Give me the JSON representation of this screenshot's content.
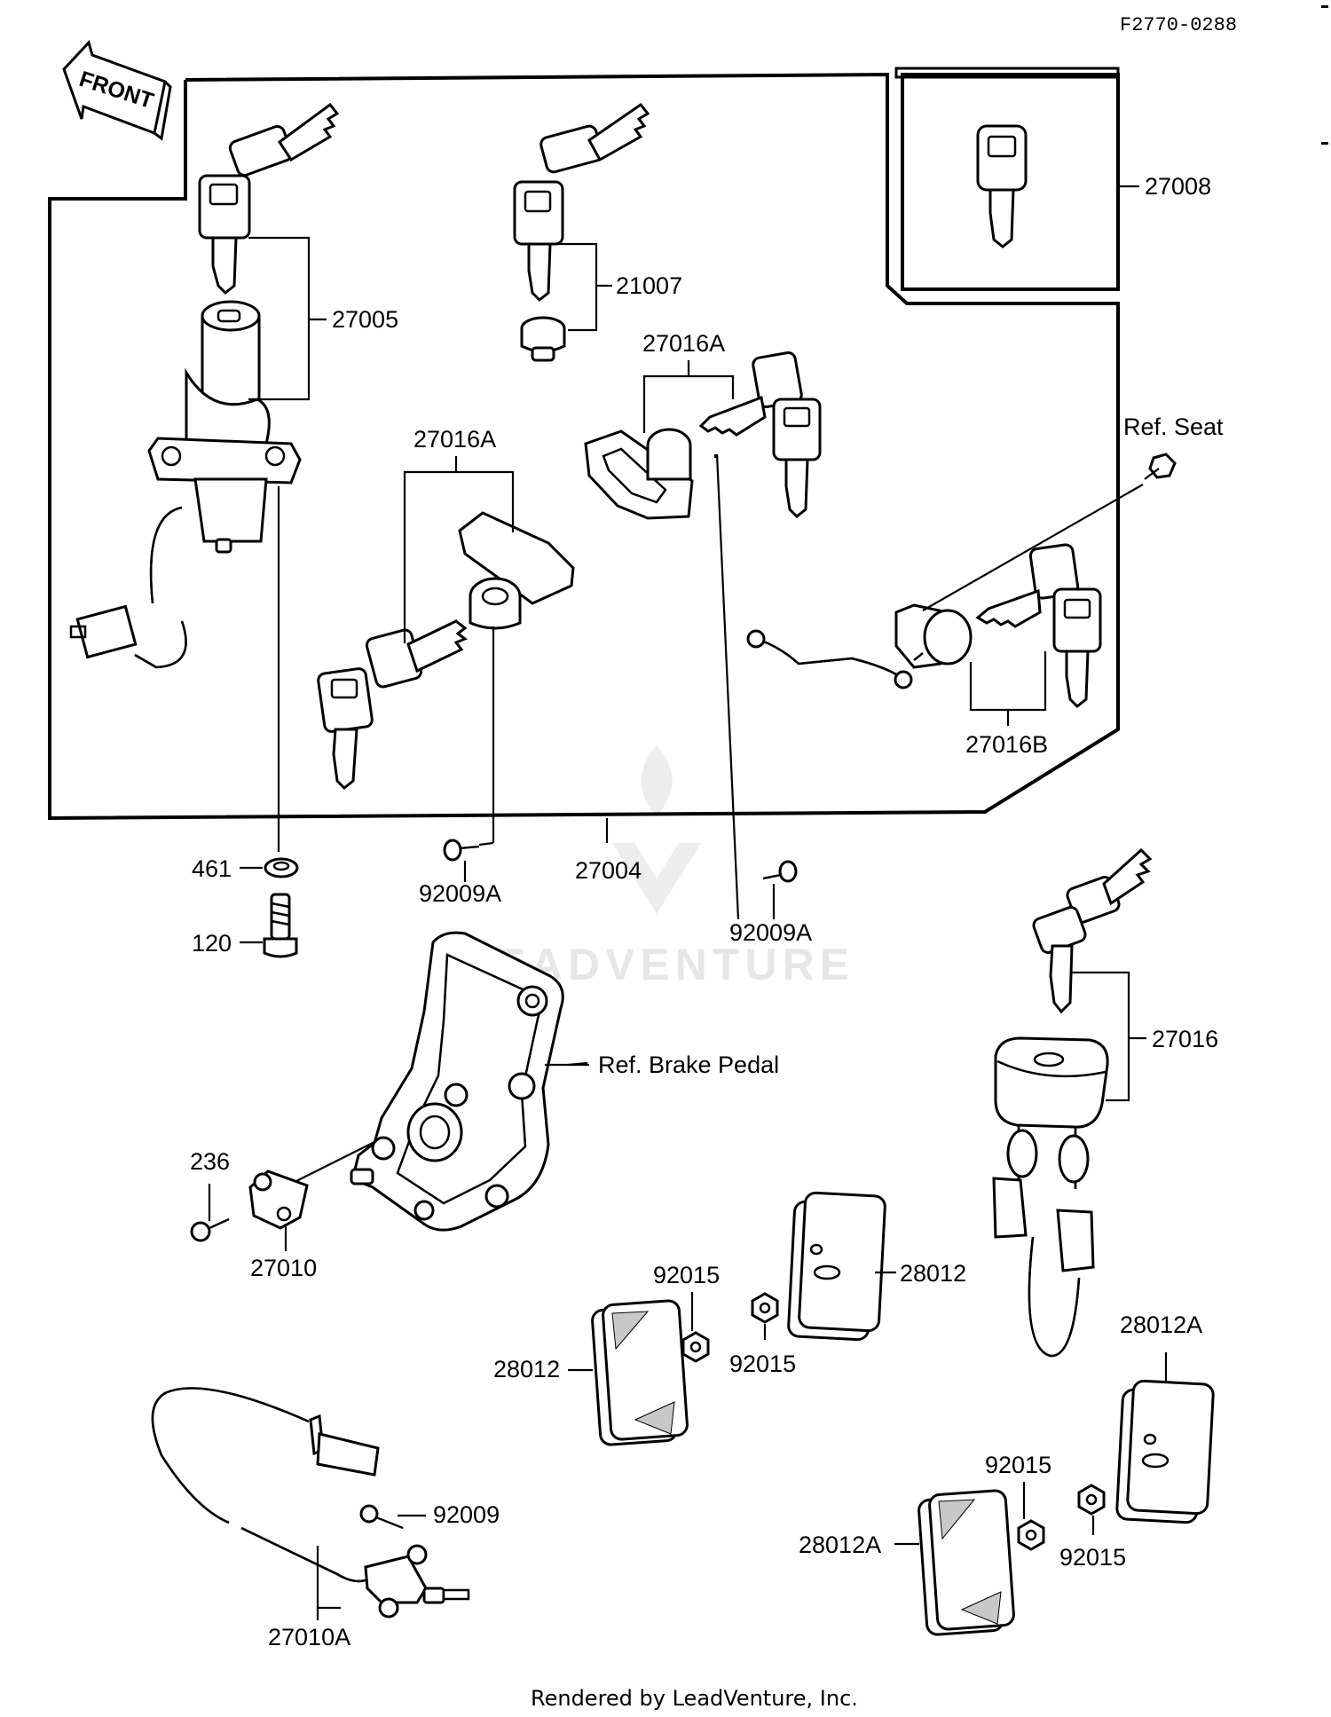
{
  "diagram_code": "F2770-0288",
  "front_label": "FRONT",
  "watermark": "LEADVENTURE",
  "footer": "Rendered by LeadVenture, Inc.",
  "callouts": {
    "p27005": "27005",
    "p21007": "21007",
    "p27008": "27008",
    "p27016A_top": "27016A",
    "p27016A_mid": "27016A",
    "ref_seat": "Ref. Seat",
    "p27016B": "27016B",
    "p461": "461",
    "p120": "120",
    "p92009A_left": "92009A",
    "p27004": "27004",
    "p92009A_right": "92009A",
    "p27016": "27016",
    "ref_brake_pedal": "Ref. Brake Pedal",
    "p236": "236",
    "p27010": "27010",
    "p92015_a": "92015",
    "p28012_right": "28012",
    "p28012_left": "28012",
    "p92015_b": "92015",
    "p28012A_top": "28012A",
    "p92015_c": "92015",
    "p28012A_bottom": "28012A",
    "p92015_d": "92015",
    "p92009": "92009",
    "p27010A": "27010A"
  }
}
